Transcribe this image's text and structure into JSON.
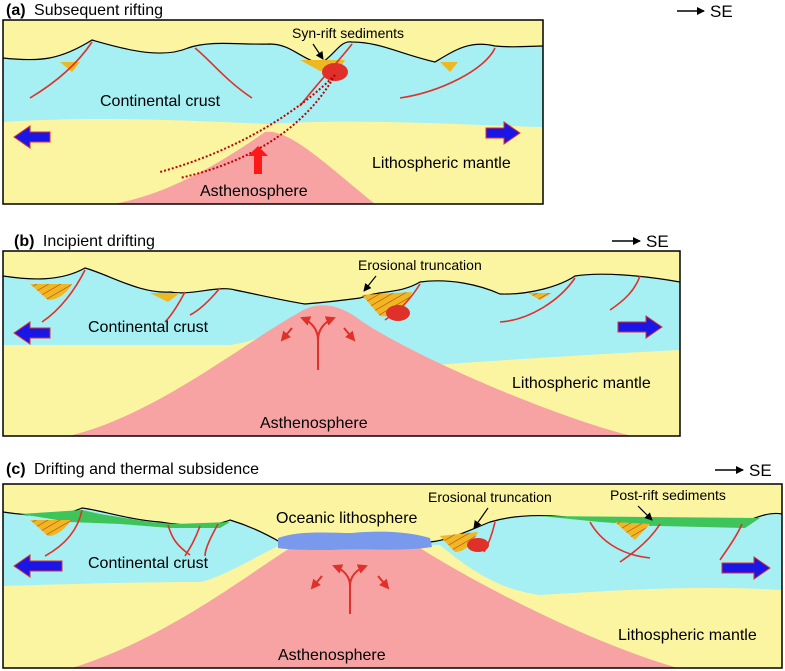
{
  "panels": [
    {
      "letter": "(a)",
      "title": "Subsequent rifting",
      "direction": "SE",
      "labels": {
        "crust": "Continental crust",
        "mantle": "Lithospheric mantle",
        "asthenosphere": "Asthenosphere",
        "sediments": "Syn-rift sediments"
      }
    },
    {
      "letter": "(b)",
      "title": "Incipient drifting",
      "direction": "SE",
      "labels": {
        "crust": "Continental crust",
        "mantle": "Lithospheric mantle",
        "asthenosphere": "Asthenosphere",
        "truncation": "Erosional truncation"
      }
    },
    {
      "letter": "(c)",
      "title": "Drifting and thermal subsidence",
      "direction": "SE",
      "labels": {
        "crust": "Continental crust",
        "mantle": "Lithospheric mantle",
        "asthenosphere": "Asthenosphere",
        "oceanic": "Oceanic lithosphere",
        "truncation": "Erosional truncation",
        "post_rift": "Post-rift sediments"
      }
    }
  ],
  "colors": {
    "crust": "#a6eff3",
    "mantle": "#fbf5a2",
    "asthenosphere": "#f7a3a3",
    "sediment": "#f0b820",
    "post_rift": "#3ec45a",
    "oceanic": "#7899ec",
    "fault": "#e0302a",
    "arrow_blue": "#1a16e6",
    "arrow_red": "#ff1818"
  }
}
